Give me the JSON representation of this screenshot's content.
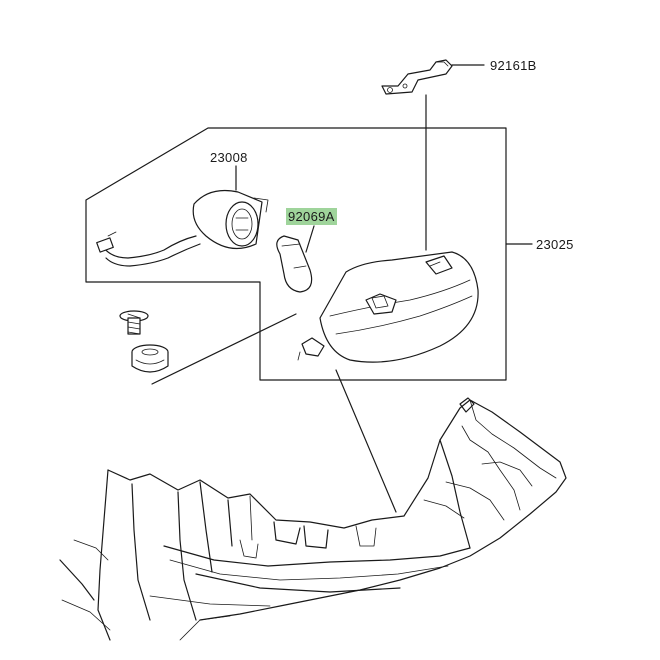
{
  "labels": {
    "p92161b": "92161B",
    "p23008": "23008",
    "p92069a": "92069A",
    "p23025": "23025"
  },
  "highlight_color": "#9fd49b"
}
